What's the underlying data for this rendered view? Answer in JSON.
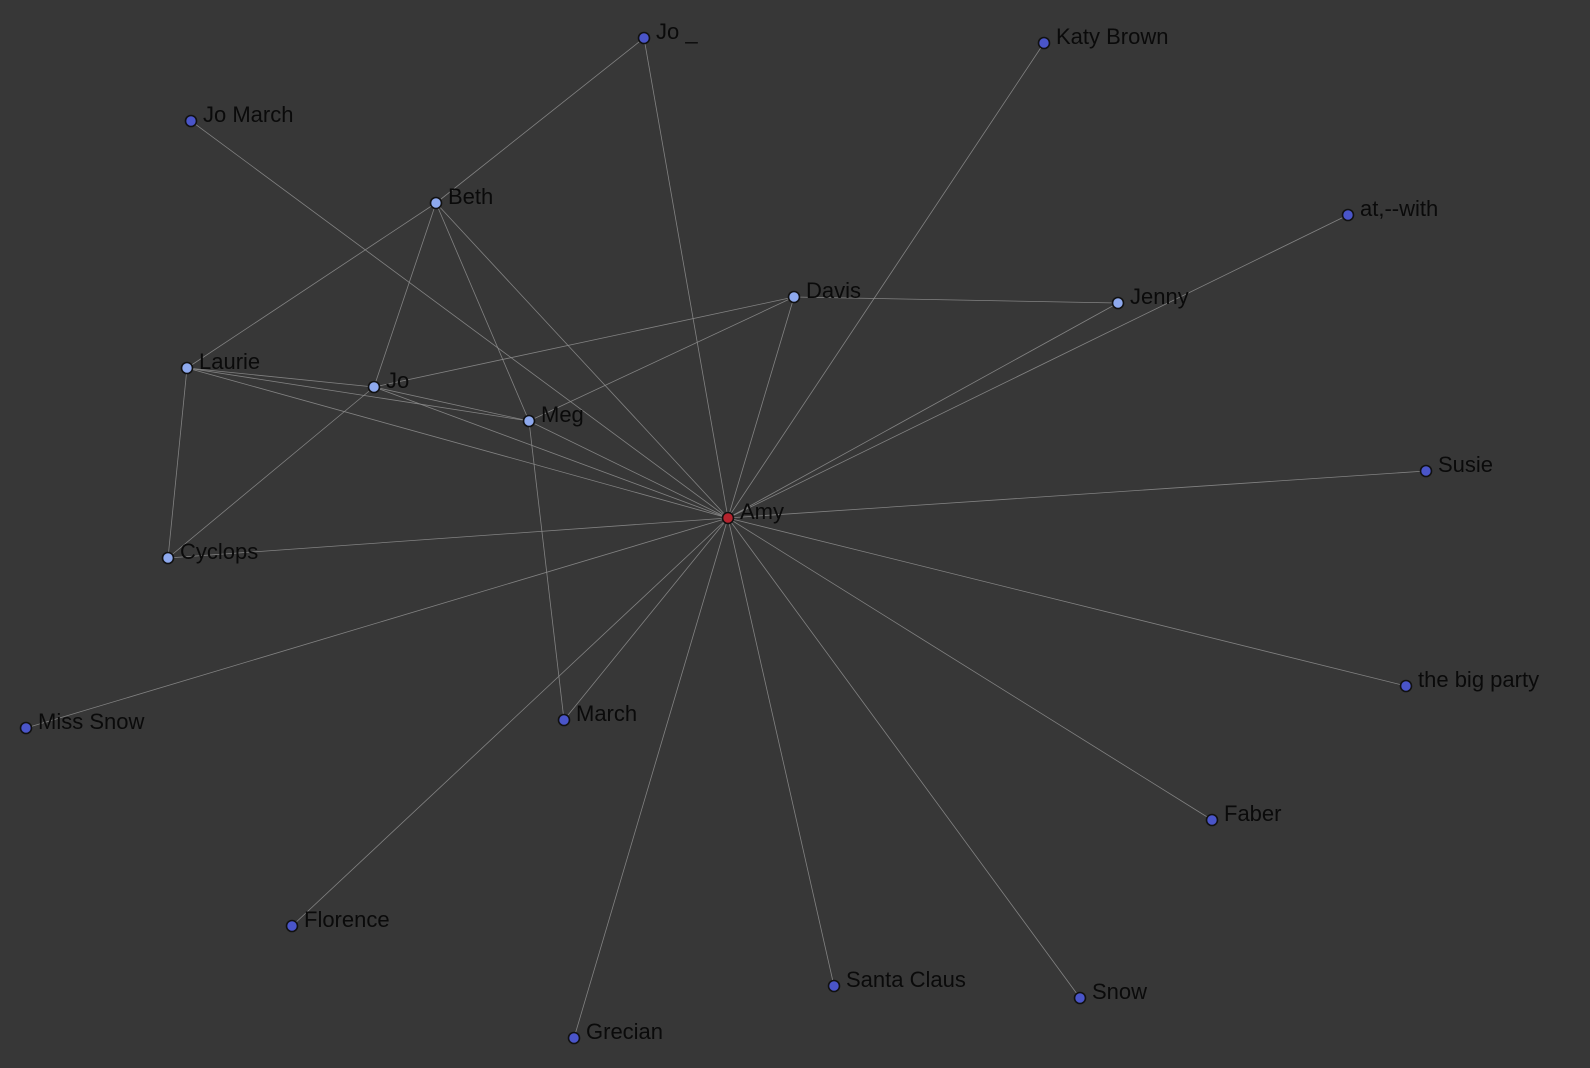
{
  "graph": {
    "colors": {
      "background": "#373737",
      "edge": "#8f8f8f",
      "label": "#0a0a0a",
      "node_center": "#b5232d",
      "node_secondary": "#8ea9ee",
      "node_leaf": "#4a55c9"
    },
    "nodes": [
      {
        "id": "amy",
        "label": "Amy",
        "kind": "center"
      },
      {
        "id": "jo_",
        "label": "Jo _",
        "kind": "leaf"
      },
      {
        "id": "katy",
        "label": "Katy Brown",
        "kind": "leaf"
      },
      {
        "id": "jomarch",
        "label": "Jo March",
        "kind": "leaf"
      },
      {
        "id": "beth",
        "label": "Beth",
        "kind": "secondary"
      },
      {
        "id": "atwith",
        "label": "at,--with",
        "kind": "leaf"
      },
      {
        "id": "davis",
        "label": "Davis",
        "kind": "secondary"
      },
      {
        "id": "jenny",
        "label": "Jenny",
        "kind": "secondary"
      },
      {
        "id": "laurie",
        "label": "Laurie",
        "kind": "secondary"
      },
      {
        "id": "jo",
        "label": "Jo",
        "kind": "secondary"
      },
      {
        "id": "meg",
        "label": "Meg",
        "kind": "secondary"
      },
      {
        "id": "susie",
        "label": "Susie",
        "kind": "leaf"
      },
      {
        "id": "cyclops",
        "label": "Cyclops",
        "kind": "secondary"
      },
      {
        "id": "bigparty",
        "label": "the big party",
        "kind": "leaf"
      },
      {
        "id": "misssnow",
        "label": "Miss Snow",
        "kind": "leaf"
      },
      {
        "id": "march",
        "label": "March",
        "kind": "leaf"
      },
      {
        "id": "faber",
        "label": "Faber",
        "kind": "leaf"
      },
      {
        "id": "florence",
        "label": "Florence",
        "kind": "leaf"
      },
      {
        "id": "santa",
        "label": "Santa Claus",
        "kind": "leaf"
      },
      {
        "id": "snow",
        "label": "Snow",
        "kind": "leaf"
      },
      {
        "id": "grecian",
        "label": "Grecian",
        "kind": "leaf"
      }
    ],
    "edges": [
      [
        "amy",
        "jo_"
      ],
      [
        "amy",
        "katy"
      ],
      [
        "amy",
        "jomarch"
      ],
      [
        "amy",
        "beth"
      ],
      [
        "amy",
        "davis"
      ],
      [
        "amy",
        "jenny"
      ],
      [
        "amy",
        "atwith"
      ],
      [
        "amy",
        "laurie"
      ],
      [
        "amy",
        "jo"
      ],
      [
        "amy",
        "meg"
      ],
      [
        "amy",
        "susie"
      ],
      [
        "amy",
        "cyclops"
      ],
      [
        "amy",
        "bigparty"
      ],
      [
        "amy",
        "misssnow"
      ],
      [
        "amy",
        "march"
      ],
      [
        "amy",
        "faber"
      ],
      [
        "amy",
        "florence"
      ],
      [
        "amy",
        "santa"
      ],
      [
        "amy",
        "snow"
      ],
      [
        "amy",
        "grecian"
      ],
      [
        "beth",
        "jo_"
      ],
      [
        "beth",
        "laurie"
      ],
      [
        "beth",
        "jo"
      ],
      [
        "beth",
        "meg"
      ],
      [
        "davis",
        "jenny"
      ],
      [
        "davis",
        "jo"
      ],
      [
        "davis",
        "meg"
      ],
      [
        "laurie",
        "jo"
      ],
      [
        "laurie",
        "meg"
      ],
      [
        "laurie",
        "cyclops"
      ],
      [
        "jo",
        "meg"
      ],
      [
        "jo",
        "cyclops"
      ],
      [
        "meg",
        "march"
      ]
    ]
  }
}
